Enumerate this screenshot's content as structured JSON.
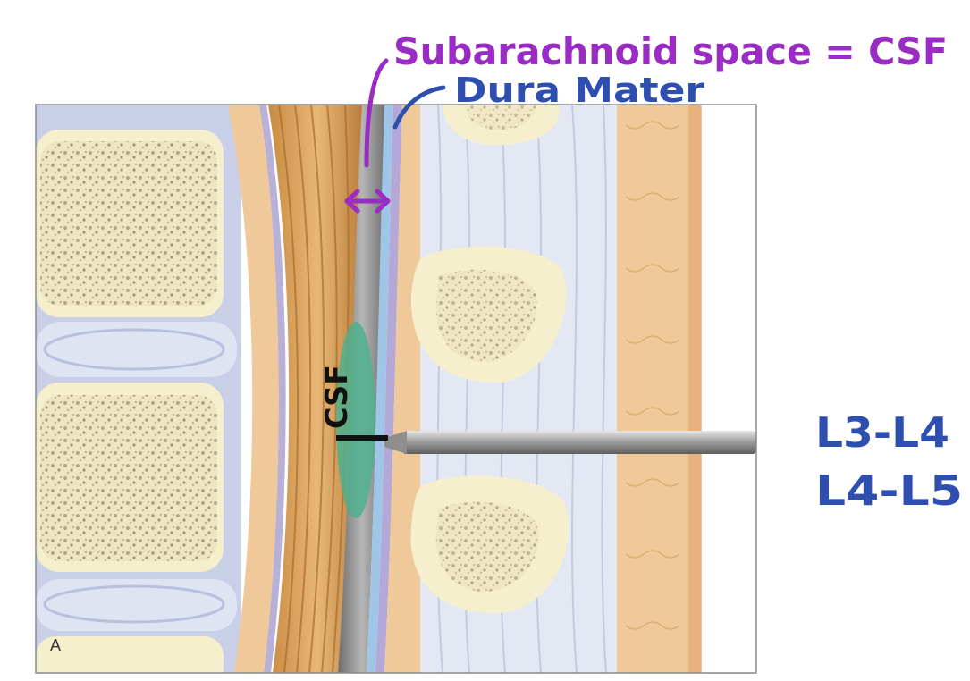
{
  "annotations": {
    "subarachnoid": "Subarachnoid space = CSF",
    "dura": "Dura Mater",
    "csf_label": "CSF",
    "level_1": "L3-L4",
    "level_2": "L4-L5"
  },
  "figure": {
    "panel_letter": "A"
  },
  "colors": {
    "purple_ink": "#9a2bc4",
    "blue_ink": "#2e4fb0",
    "black_ink": "#111111",
    "bone": "#f6efcd",
    "disc": "#cfd6ec",
    "nerve": "#d9a25c",
    "csf_green": "#4fb08e",
    "ligament": "#dde3ef",
    "fat": "#efc99a"
  }
}
